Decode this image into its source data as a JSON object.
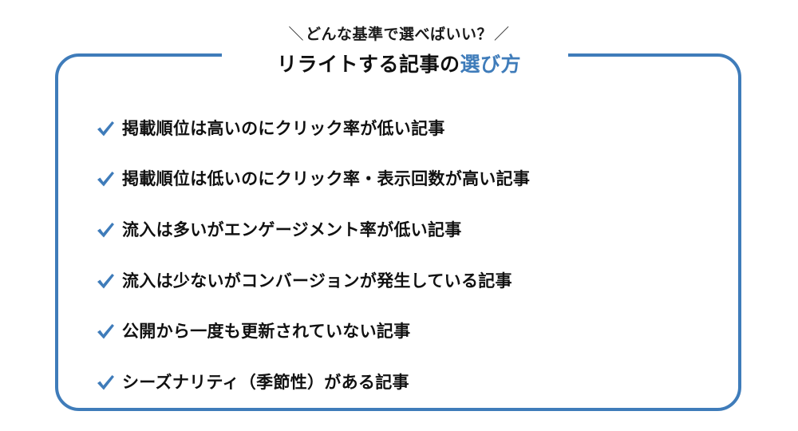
{
  "header": {
    "subtitle_left_slash": "＼",
    "subtitle": "どんな基準で選べばいい？",
    "subtitle_right_slash": "／",
    "title_main": "リライトする記事の",
    "title_accent": "選び方"
  },
  "checklist": {
    "icon": "check-mark-icon",
    "items": [
      {
        "label": "掲載順位は高いのにクリック率が低い記事"
      },
      {
        "label": "掲載順位は低いのにクリック率・表示回数が高い記事"
      },
      {
        "label": "流入は多いがエンゲージメント率が低い記事"
      },
      {
        "label": "流入は少ないがコンバージョンが発生している記事"
      },
      {
        "label": "公開から一度も更新されていない記事"
      },
      {
        "label": "シーズナリティ（季節性）がある記事"
      }
    ]
  },
  "colors": {
    "accent": "#3f7cba",
    "text": "#111111",
    "background": "#ffffff"
  }
}
